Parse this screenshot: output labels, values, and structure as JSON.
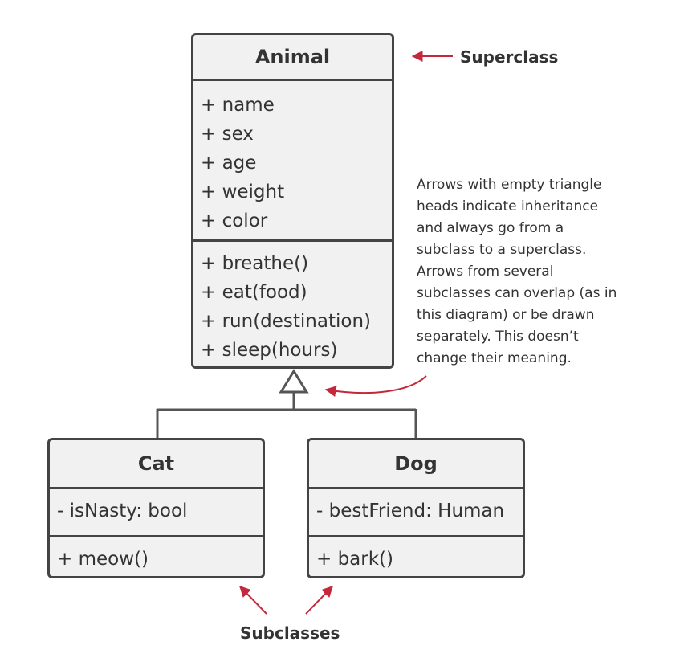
{
  "classes": {
    "animal": {
      "name": "Animal",
      "attributes": [
        "+ name",
        "+ sex",
        "+ age",
        "+ weight",
        "+ color"
      ],
      "methods": [
        "+ breathe()",
        "+ eat(food)",
        "+ run(destination)",
        "+ sleep(hours)"
      ]
    },
    "cat": {
      "name": "Cat",
      "attributes": [
        "- isNasty: bool"
      ],
      "methods": [
        "+ meow()"
      ]
    },
    "dog": {
      "name": "Dog",
      "attributes": [
        "- bestFriend: Human"
      ],
      "methods": [
        "+ bark()"
      ]
    }
  },
  "labels": {
    "superclass": "Superclass",
    "subclasses": "Subclasses"
  },
  "note": {
    "lines": [
      "Arrows with empty triangle",
      "heads indicate inheritance",
      "and always go from a",
      "subclass to a superclass.",
      "Arrows from several",
      "subclasses can overlap (as in",
      "this diagram) or be drawn",
      "separately. This doesn’t",
      "change their meaning."
    ]
  },
  "colors": {
    "box_fill": "#f1f1f1",
    "box_border": "#444444",
    "connector": "#555555",
    "annotation_arrow": "#c3283c",
    "text": "#333333"
  }
}
